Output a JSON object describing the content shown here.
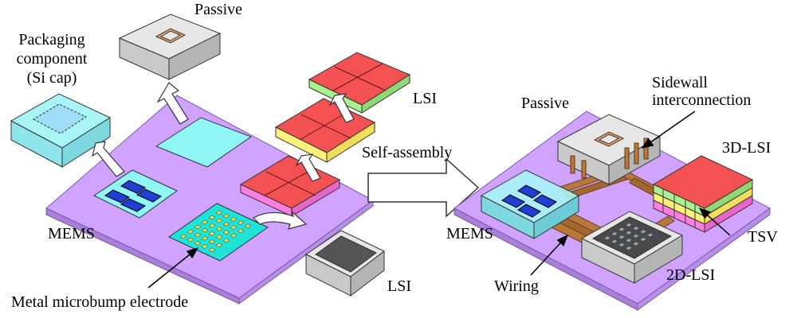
{
  "labels": {
    "packaging_line1": "Packaging",
    "packaging_line2": "component",
    "packaging_line3": "(Si cap)",
    "passive_left": "Passive",
    "lsi_top": "LSI",
    "mems_left": "MEMS",
    "lsi_bottom": "LSI",
    "metal_microbump": "Metal microbump electrode",
    "self_assembly": "Self-assembly",
    "passive_right": "Passive",
    "sidewall_line1": "Sidewall",
    "sidewall_line2": "interconnection",
    "lsi_3d": "3D-LSI",
    "mems_right": "MEMS",
    "tsv": "TSV",
    "wiring": "Wiring",
    "lsi_2d": "2D-LSI"
  },
  "colors": {
    "substrate": "#cfa3ff",
    "cyan_pad": "#8ff5f5",
    "chip_red": "#f45252",
    "layer_green": "#a9f08f",
    "layer_yellow": "#fff07a",
    "layer_pink": "#ff7fe0",
    "mems_blue": "#1f3fd6",
    "box_gray": "#c9c9c9",
    "wiring_brown": "#b8783c"
  }
}
